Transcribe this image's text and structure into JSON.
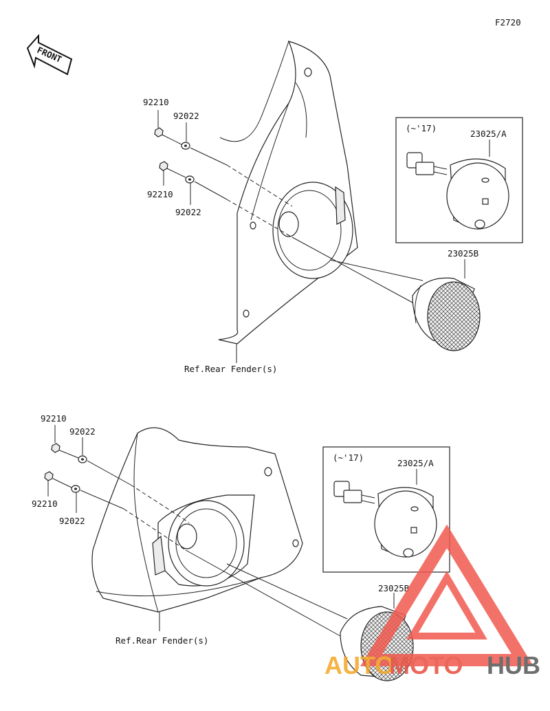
{
  "figure_code": "F2720",
  "front_label": "FRONT",
  "top_assembly": {
    "bolt_upper": "92210",
    "washer_upper": "92022",
    "bolt_lower": "92210",
    "washer_lower": "92022",
    "inset_years": "(~'17)",
    "inset_part": "23025/A",
    "reflector_part": "23025B",
    "fender_ref": "Ref.Rear Fender(s)"
  },
  "bottom_assembly": {
    "bolt_upper": "92210",
    "washer_upper": "92022",
    "bolt_lower": "92210",
    "washer_lower": "92022",
    "inset_years": "(~'17)",
    "inset_part": "23025/A",
    "reflector_part": "23025B",
    "fender_ref": "Ref.Rear Fender(s)"
  },
  "watermark": {
    "text_auto": "AUTO",
    "text_moto": "MOTO",
    "text_hub": "HUB",
    "colors": {
      "triangle": "#f05a4f",
      "orange": "#f5a623",
      "red": "#e84d3d",
      "gray": "#555555"
    }
  }
}
